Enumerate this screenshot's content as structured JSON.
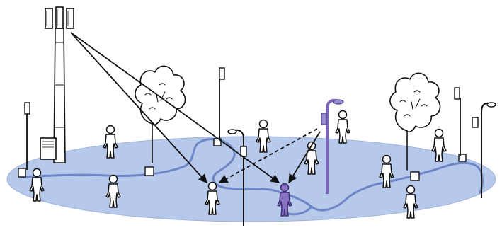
{
  "colors": {
    "ground_fill": "#b7c9ea",
    "ground_stroke": "#8fa7d8",
    "path_line": "#6c86c6",
    "highlight_person": "#8a72c4",
    "highlight_lamp": "#7a66b8",
    "outline": "#111111",
    "figure_fill": "#ffffff"
  },
  "icons": {
    "cell_tower": "cell-tower-icon",
    "street_lamp": "street-lamp-icon",
    "small_cell_pole": "small-cell-pole-icon",
    "tree": "tree-icon",
    "person": "person-icon",
    "equipment_cabinet": "equipment-cabinet-icon",
    "ground_box": "ground-box-icon"
  },
  "links": [
    {
      "from": "cell-tower",
      "to": "person-white-target",
      "style": "solid"
    },
    {
      "from": "cell-tower",
      "to": "person-purple-target",
      "style": "solid"
    },
    {
      "from": "smart-lamp",
      "to": "person-white-target",
      "style": "dashed"
    },
    {
      "from": "smart-lamp",
      "to": "person-purple-target",
      "style": "solid"
    }
  ]
}
